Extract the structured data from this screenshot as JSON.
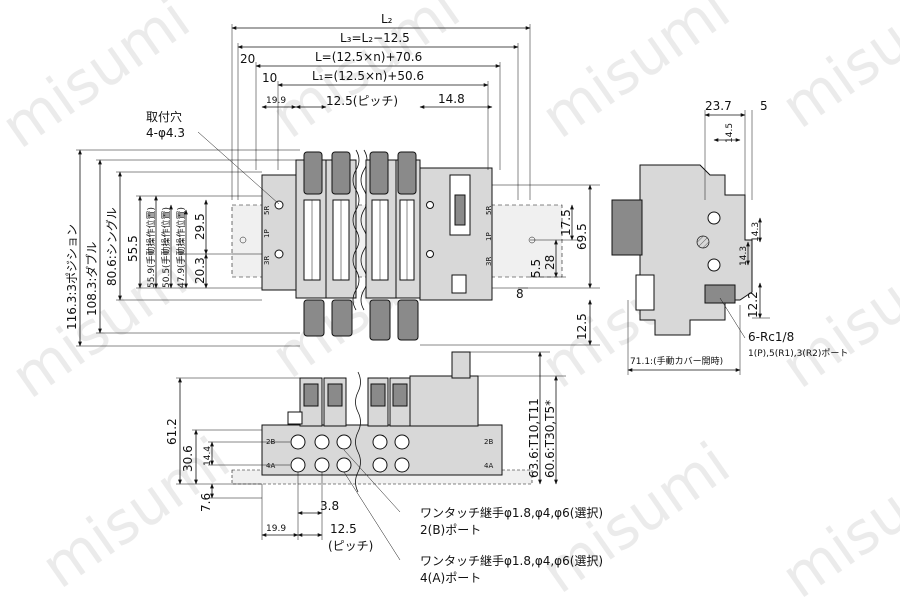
{
  "watermark": "misumi",
  "top_view": {
    "dims": {
      "l2": "L₂",
      "l3": "L₃=L₂−12.5",
      "l": "L=(12.5×n)+70.6",
      "l1": "L₁=(12.5×n)+50.6",
      "d20": "20",
      "d10": "10",
      "d19_9": "19.9",
      "pitch": "12.5(ピッチ)",
      "d14_8": "14.8",
      "mount_hole_title": "取付穴",
      "mount_hole_spec": "4-φ4.3",
      "pos3": "116.3:3ポジション",
      "double": "108.3:ダブル",
      "single": "80.6:シングル",
      "d55_5": "55.5",
      "manual1": "55.9(手動操作位置)",
      "manual2": "50.5(手動操作位置)",
      "manual3": "47.9(手動操作位置)",
      "d29_5": "29.5",
      "d20_3": "20.3",
      "d17_5": "17.5",
      "d28": "28",
      "d5_5": "5.5",
      "d8": "8",
      "d69_5": "69.5",
      "d12_5": "12.5"
    },
    "port_marks": [
      "5R",
      "1P",
      "3R"
    ]
  },
  "side_view": {
    "dims": {
      "d23_7": "23.7",
      "d5": "5",
      "d14_5": "14.5",
      "d14_3a": "14.3",
      "d14_3b": "14.3",
      "d12_2": "12.2",
      "cover": "71.1:(手動カバー開時)",
      "rc": "6-Rc1/8",
      "rc_ports": "1(P),5(R1),3(R2)ポート"
    }
  },
  "front_view": {
    "dims": {
      "d61_2": "61.2",
      "d30_6": "30.6",
      "d14_4": "14.4",
      "d7_6": "7.6",
      "d3_8": "3.8",
      "d19_9": "19.9",
      "d12_5": "12.5",
      "pitch": "(ピッチ)",
      "t_dim1": "63.6:T10,T11",
      "t_dim2": "60.6:T30,T5*"
    },
    "port_marks": [
      "2B",
      "4A",
      "2B",
      "4A"
    ],
    "callouts": {
      "fitting_b": "ワンタッチ継手φ1.8,φ4,φ6(選択)",
      "port_b": "2(B)ポート",
      "fitting_a": "ワンタッチ継手φ1.8,φ4,φ6(選択)",
      "port_a": "4(A)ポート"
    }
  }
}
